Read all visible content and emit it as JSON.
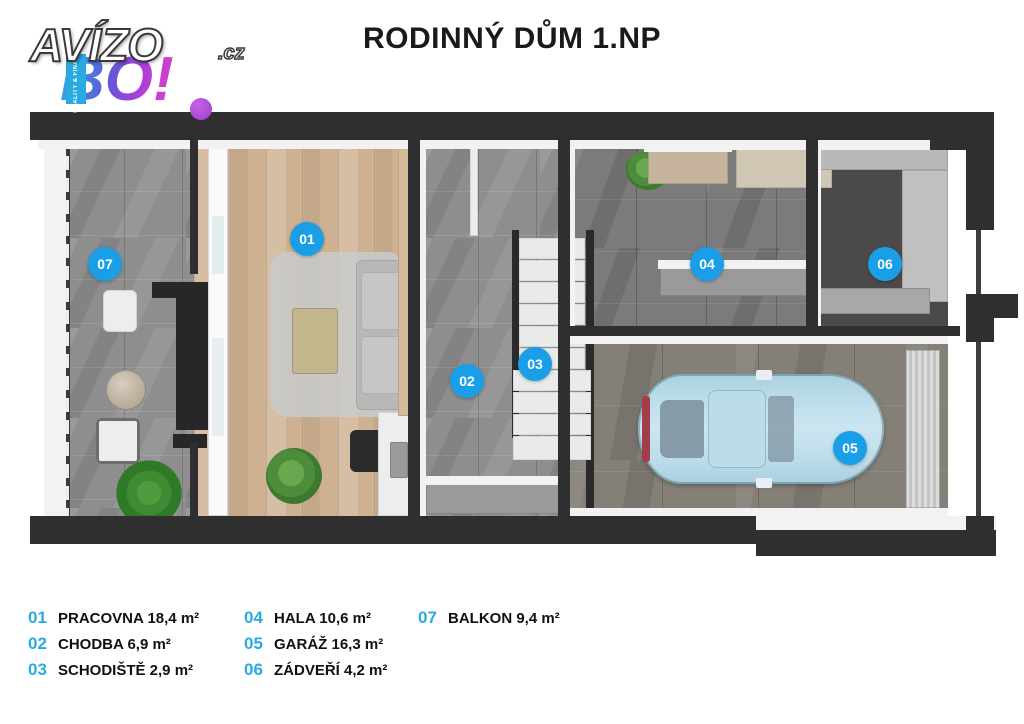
{
  "logo": {
    "brand": "AVÍZO",
    "tld": ".cz",
    "sub": "BO!",
    "vertical_text": "REALITY & FINANCE",
    "accent": "#29abe2"
  },
  "header": {
    "title": "RODINNÝ DŮM 1.NP"
  },
  "plan": {
    "badge_color": "#1b9ee8",
    "wall_color": "#2f2f2f",
    "rooms": [
      {
        "id": "01",
        "name": "PRACOVNA",
        "area": "18,4 m²",
        "floor": "wood"
      },
      {
        "id": "02",
        "name": "CHODBA",
        "area": "6,9 m²",
        "floor": "tile-grey"
      },
      {
        "id": "03",
        "name": "SCHODIŠTĚ",
        "area": "2,9 m²",
        "floor": "stairs"
      },
      {
        "id": "04",
        "name": "HALA",
        "area": "10,6 m²",
        "floor": "tile-grey-dark"
      },
      {
        "id": "05",
        "name": "GARÁŽ",
        "area": "16,3 m²",
        "floor": "tile-concrete"
      },
      {
        "id": "06",
        "name": "ZÁDVEŘÍ",
        "area": "4,2 m²",
        "floor": "dark"
      },
      {
        "id": "07",
        "name": "BALKON",
        "area": "9,4 m²",
        "floor": "tile-grey"
      }
    ]
  },
  "legend": {
    "number_color": "#29abe2",
    "columns": [
      [
        {
          "num": "01",
          "label": "PRACOVNA 18,4 m²"
        },
        {
          "num": "02",
          "label": "CHODBA 6,9 m²"
        },
        {
          "num": "03",
          "label": "SCHODIŠTĚ 2,9 m²"
        }
      ],
      [
        {
          "num": "04",
          "label": "HALA 10,6 m²"
        },
        {
          "num": "05",
          "label": "GARÁŽ 16,3 m²"
        },
        {
          "num": "06",
          "label": "ZÁDVEŘÍ 4,2 m²"
        }
      ],
      [
        {
          "num": "07",
          "label": "BALKON 9,4 m²"
        }
      ]
    ]
  }
}
